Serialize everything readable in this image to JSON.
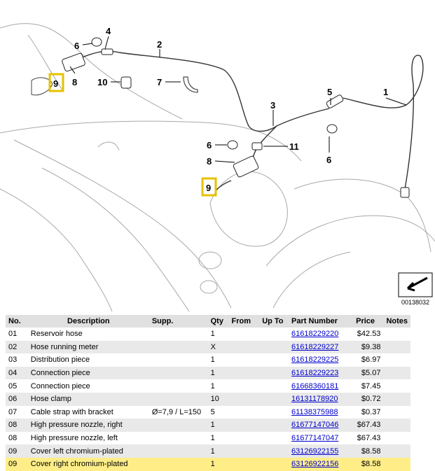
{
  "diagram": {
    "image_code": "00138032",
    "callouts": [
      "1",
      "2",
      "3",
      "4",
      "5",
      "6",
      "6",
      "6",
      "7",
      "8",
      "8",
      "9",
      "9",
      "10",
      "11"
    ]
  },
  "table": {
    "headers": [
      "No.",
      "Description",
      "Supp.",
      "Qty",
      "From",
      "Up To",
      "Part Number",
      "Price",
      "Notes"
    ],
    "rows": [
      {
        "no": "01",
        "desc": "Reservoir hose",
        "supp": "",
        "qty": "1",
        "from": "",
        "upto": "",
        "part": "61618229220",
        "price": "$42.53",
        "notes": ""
      },
      {
        "no": "02",
        "desc": "Hose running meter",
        "supp": "",
        "qty": "X",
        "from": "",
        "upto": "",
        "part": "61618229227",
        "price": "$9.38",
        "notes": ""
      },
      {
        "no": "03",
        "desc": "Distribution piece",
        "supp": "",
        "qty": "1",
        "from": "",
        "upto": "",
        "part": "61618229225",
        "price": "$6.97",
        "notes": ""
      },
      {
        "no": "04",
        "desc": "Connection piece",
        "supp": "",
        "qty": "1",
        "from": "",
        "upto": "",
        "part": "61618229223",
        "price": "$5.07",
        "notes": ""
      },
      {
        "no": "05",
        "desc": "Connection piece",
        "supp": "",
        "qty": "1",
        "from": "",
        "upto": "",
        "part": "61668360181",
        "price": "$7.45",
        "notes": ""
      },
      {
        "no": "06",
        "desc": "Hose clamp",
        "supp": "",
        "qty": "10",
        "from": "",
        "upto": "",
        "part": "16131178920",
        "price": "$0.72",
        "notes": ""
      },
      {
        "no": "07",
        "desc": "Cable strap with bracket",
        "supp": "Ø=7,9 / L=150",
        "qty": "5",
        "from": "",
        "upto": "",
        "part": "61138375988",
        "price": "$0.37",
        "notes": ""
      },
      {
        "no": "08",
        "desc": "High pressure nozzle, right",
        "supp": "",
        "qty": "1",
        "from": "",
        "upto": "",
        "part": "61677147046",
        "price": "$67.43",
        "notes": ""
      },
      {
        "no": "08",
        "desc": "High pressure nozzle, left",
        "supp": "",
        "qty": "1",
        "from": "",
        "upto": "",
        "part": "61677147047",
        "price": "$67.43",
        "notes": ""
      },
      {
        "no": "09",
        "desc": "Cover left chromium-plated",
        "supp": "",
        "qty": "1",
        "from": "",
        "upto": "",
        "part": "63126922155",
        "price": "$8.58",
        "notes": ""
      },
      {
        "no": "09",
        "desc": "Cover right chromium-plated",
        "supp": "",
        "qty": "1",
        "from": "",
        "upto": "",
        "part": "63126922156",
        "price": "$8.58",
        "notes": ""
      }
    ]
  }
}
